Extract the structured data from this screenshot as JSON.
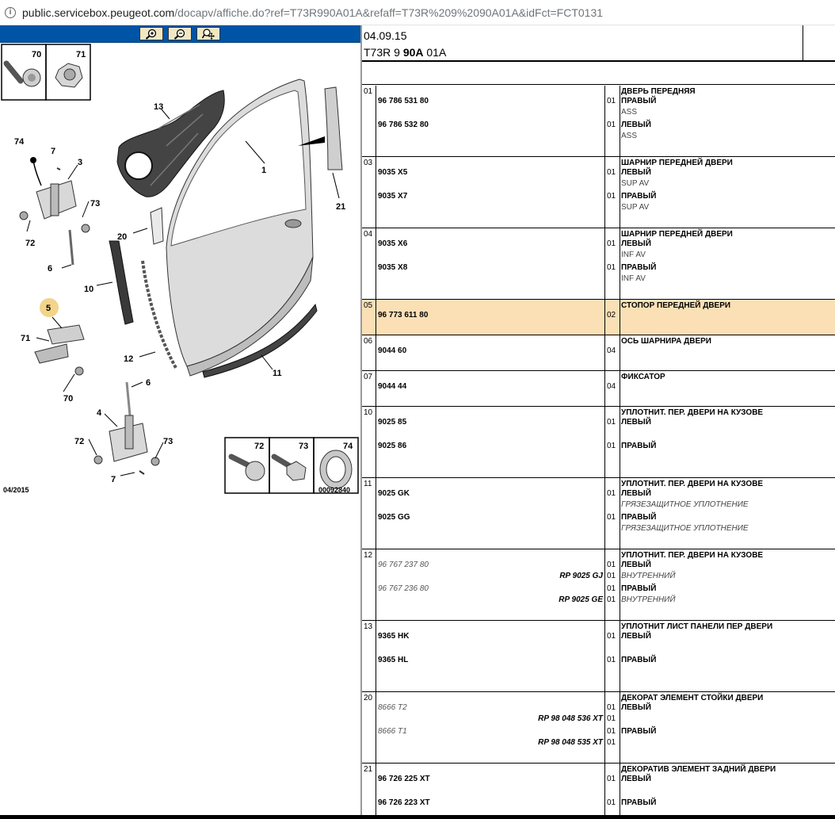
{
  "browser": {
    "url_host": "public.servicebox.peugeot.com",
    "url_path": "/docapv/affiche.do?ref=T73R990A01A&refaff=T73R%209%2090A01A&idFct=FCT0131"
  },
  "toolbar": {
    "zoom_in": "zoom-in",
    "zoom_out": "zoom-out",
    "zoom_pan": "zoom-pan"
  },
  "diagram": {
    "date": "04/2015",
    "code": "00092840",
    "labels": [
      "70",
      "71",
      "13",
      "1",
      "21",
      "74",
      "7",
      "3",
      "73",
      "72",
      "6",
      "20",
      "10",
      "12",
      "11",
      "5",
      "71",
      "70",
      "6",
      "4",
      "72",
      "73",
      "7",
      "72",
      "73",
      "74"
    ]
  },
  "header": {
    "date": "04.09.15",
    "ref_prefix": "T73R 9",
    "ref_bold": "90A",
    "ref_suffix": "01A"
  },
  "rows": [
    {
      "idx": "01",
      "h": 90,
      "refs": [
        {
          "t": "96 786 531 80",
          "y": 14
        },
        {
          "t": "96 786 532 80",
          "y": 44
        }
      ],
      "qty": [
        {
          "t": "01",
          "y": 14
        },
        {
          "t": "01",
          "y": 44
        }
      ],
      "title": "ДВЕРЬ ПЕРЕДНЯЯ",
      "lines": [
        {
          "t": "ПРАВЫЙ",
          "y": 14,
          "c": "b"
        },
        {
          "t": "ASS",
          "y": 28,
          "c": "g"
        },
        {
          "t": "ЛЕВЫЙ",
          "y": 44,
          "c": "b"
        },
        {
          "t": "ASS",
          "y": 58,
          "c": "g"
        }
      ]
    },
    {
      "idx": "03",
      "h": 90,
      "refs": [
        {
          "t": "9035 X5",
          "y": 14
        },
        {
          "t": "9035 X7",
          "y": 44
        }
      ],
      "qty": [
        {
          "t": "01",
          "y": 14
        },
        {
          "t": "01",
          "y": 44
        }
      ],
      "title": "ШАРНИР ПЕРЕДНЕЙ ДВЕРИ",
      "lines": [
        {
          "t": "ЛЕВЫЙ",
          "y": 14,
          "c": "b"
        },
        {
          "t": "SUP AV",
          "y": 28,
          "c": "g"
        },
        {
          "t": "ПРАВЫЙ",
          "y": 44,
          "c": "b"
        },
        {
          "t": "SUP AV",
          "y": 58,
          "c": "g"
        }
      ]
    },
    {
      "idx": "04",
      "h": 90,
      "refs": [
        {
          "t": "9035 X6",
          "y": 14
        },
        {
          "t": "9035 X8",
          "y": 44
        }
      ],
      "qty": [
        {
          "t": "01",
          "y": 14
        },
        {
          "t": "01",
          "y": 44
        }
      ],
      "title": "ШАРНИР ПЕРЕДНЕЙ ДВЕРИ",
      "lines": [
        {
          "t": "ЛЕВЫЙ",
          "y": 14,
          "c": "b"
        },
        {
          "t": "INF AV",
          "y": 28,
          "c": "g"
        },
        {
          "t": "ПРАВЫЙ",
          "y": 44,
          "c": "b"
        },
        {
          "t": "INF AV",
          "y": 58,
          "c": "g"
        }
      ]
    },
    {
      "idx": "05",
      "h": 45,
      "hl": true,
      "refs": [
        {
          "t": "96 773 611 80",
          "y": 14
        }
      ],
      "qty": [
        {
          "t": "02",
          "y": 14
        }
      ],
      "title": "СТОПОР ПЕРЕДНЕЙ ДВЕРИ",
      "lines": []
    },
    {
      "idx": "06",
      "h": 45,
      "refs": [
        {
          "t": "9044 60",
          "y": 14
        }
      ],
      "qty": [
        {
          "t": "04",
          "y": 14
        }
      ],
      "title": "ОСЬ ШАРНИРА ДВЕРИ",
      "lines": []
    },
    {
      "idx": "07",
      "h": 45,
      "refs": [
        {
          "t": "9044 44",
          "y": 14
        }
      ],
      "qty": [
        {
          "t": "04",
          "y": 14
        }
      ],
      "title": "ФИКСАТОР",
      "lines": []
    },
    {
      "idx": "10",
      "h": 90,
      "refs": [
        {
          "t": "9025 85",
          "y": 14
        },
        {
          "t": "9025 86",
          "y": 44
        }
      ],
      "qty": [
        {
          "t": "01",
          "y": 14
        },
        {
          "t": "01",
          "y": 44
        }
      ],
      "title": "УПЛОТНИТ. ПЕР. ДВЕРИ НА КУЗОВЕ",
      "lines": [
        {
          "t": "ЛЕВЫЙ",
          "y": 14,
          "c": "b"
        },
        {
          "t": "ПРАВЫЙ",
          "y": 44,
          "c": "b"
        }
      ]
    },
    {
      "idx": "11",
      "h": 90,
      "refs": [
        {
          "t": "9025 GK",
          "y": 14
        },
        {
          "t": "9025 GG",
          "y": 44
        }
      ],
      "qty": [
        {
          "t": "01",
          "y": 14
        },
        {
          "t": "01",
          "y": 44
        }
      ],
      "title": "УПЛОТНИТ. ПЕР. ДВЕРИ НА КУЗОВЕ",
      "lines": [
        {
          "t": "ЛЕВЫЙ",
          "y": 14,
          "c": "b"
        },
        {
          "t": "ГРЯЗЕЗАЩИТНОЕ УПЛОТНЕНИЕ",
          "y": 28,
          "c": "gi"
        },
        {
          "t": "ПРАВЫЙ",
          "y": 44,
          "c": "b"
        },
        {
          "t": "ГРЯЗЕЗАЩИТНОЕ УПЛОТНЕНИЕ",
          "y": 58,
          "c": "gi"
        }
      ]
    },
    {
      "idx": "12",
      "h": 90,
      "refs": [
        {
          "t": "96 767 237 80",
          "y": 14,
          "it": true
        },
        {
          "t": "96 767 236 80",
          "y": 44,
          "it": true
        }
      ],
      "rps": [
        {
          "t": "RP 9025 GJ",
          "y": 28
        },
        {
          "t": "RP 9025 GE",
          "y": 58
        }
      ],
      "qty": [
        {
          "t": "01",
          "y": 14
        },
        {
          "t": "01",
          "y": 28
        },
        {
          "t": "01",
          "y": 44
        },
        {
          "t": "01",
          "y": 58
        }
      ],
      "title": "УПЛОТНИТ. ПЕР. ДВЕРИ НА КУЗОВЕ",
      "lines": [
        {
          "t": "ЛЕВЫЙ",
          "y": 14,
          "c": "b"
        },
        {
          "t": "ВНУТРЕННИЙ",
          "y": 28,
          "c": "gi"
        },
        {
          "t": "ПРАВЫЙ",
          "y": 44,
          "c": "b"
        },
        {
          "t": "ВНУТРЕННИЙ",
          "y": 58,
          "c": "gi"
        }
      ]
    },
    {
      "idx": "13",
      "h": 90,
      "refs": [
        {
          "t": "9365 HK",
          "y": 14
        },
        {
          "t": "9365 HL",
          "y": 44
        }
      ],
      "qty": [
        {
          "t": "01",
          "y": 14
        },
        {
          "t": "01",
          "y": 44
        }
      ],
      "title": "УПЛОТНИТ ЛИСТ ПАНЕЛИ ПЕР ДВЕРИ",
      "lines": [
        {
          "t": "ЛЕВЫЙ",
          "y": 14,
          "c": "b"
        },
        {
          "t": "ПРАВЫЙ",
          "y": 44,
          "c": "b"
        }
      ]
    },
    {
      "idx": "20",
      "h": 90,
      "refs": [
        {
          "t": "8666 T2",
          "y": 14,
          "it": true
        },
        {
          "t": "8666 T1",
          "y": 44,
          "it": true
        }
      ],
      "rps": [
        {
          "t": "RP 98 048 536 XT",
          "y": 28
        },
        {
          "t": "RP 98 048 535 XT",
          "y": 58
        }
      ],
      "qty": [
        {
          "t": "01",
          "y": 14
        },
        {
          "t": "01",
          "y": 28
        },
        {
          "t": "01",
          "y": 44
        },
        {
          "t": "01",
          "y": 58
        }
      ],
      "title": "ДЕКОРАТ ЭЛЕМЕНТ СТОЙКИ ДВЕРИ",
      "lines": [
        {
          "t": "ЛЕВЫЙ",
          "y": 14,
          "c": "b"
        },
        {
          "t": "ПРАВЫЙ",
          "y": 44,
          "c": "b"
        }
      ]
    },
    {
      "idx": "21",
      "h": 70,
      "refs": [
        {
          "t": "96 726 225 XT",
          "y": 14
        },
        {
          "t": "96 726 223 XT",
          "y": 44
        }
      ],
      "qty": [
        {
          "t": "01",
          "y": 14
        },
        {
          "t": "01",
          "y": 44
        }
      ],
      "title": "ДЕКОРАТИВ ЭЛЕМЕНТ ЗАДНИЙ ДВЕРИ",
      "lines": [
        {
          "t": "ЛЕВЫЙ",
          "y": 14,
          "c": "b"
        },
        {
          "t": "ПРАВЫЙ",
          "y": 44,
          "c": "b"
        }
      ]
    }
  ]
}
